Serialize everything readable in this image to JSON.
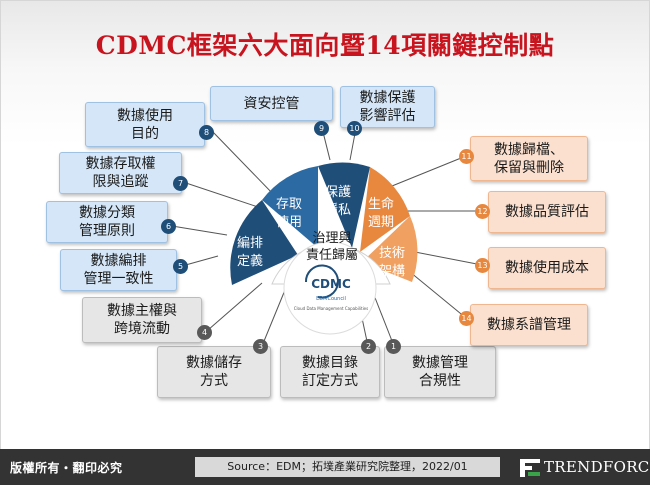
{
  "title": "CDMC框架六大面向暨14項關鍵控制點",
  "center": {
    "label": "治理與\n責任歸屬",
    "logo_text": "CDMC",
    "logo_sub": "EDMCouncil",
    "logo_tagline": "Cloud Data Management Capabilities"
  },
  "petals": [
    {
      "id": "catalog",
      "label": "編排\n定義"
    },
    {
      "id": "access",
      "label": "存取\n使用"
    },
    {
      "id": "privacy",
      "label": "保護\n隱私"
    },
    {
      "id": "lifecycle",
      "label": "生命\n週期"
    },
    {
      "id": "tech",
      "label": "技術\n架構"
    }
  ],
  "controls": [
    {
      "num": "1",
      "label": "數據管理\n合規性",
      "group": "gray"
    },
    {
      "num": "2",
      "label": "數據目錄\n訂定方式",
      "group": "gray"
    },
    {
      "num": "3",
      "label": "數據儲存\n方式",
      "group": "gray"
    },
    {
      "num": "4",
      "label": "數據主權與\n跨境流動",
      "group": "gray"
    },
    {
      "num": "5",
      "label": "數據編排\n管理一致性",
      "group": "blue"
    },
    {
      "num": "6",
      "label": "數據分類\n管理原則",
      "group": "blue"
    },
    {
      "num": "7",
      "label": "數據存取權\n限與追蹤",
      "group": "blue"
    },
    {
      "num": "8",
      "label": "數據使用\n目的",
      "group": "blue"
    },
    {
      "num": "9",
      "label": "資安控管",
      "group": "blue"
    },
    {
      "num": "10",
      "label": "數據保護\n影響評估",
      "group": "blue"
    },
    {
      "num": "11",
      "label": "數據歸檔、\n保留與刪除",
      "group": "orange"
    },
    {
      "num": "12",
      "label": "數據品質評估",
      "group": "orange"
    },
    {
      "num": "13",
      "label": "數據使用成本",
      "group": "orange"
    },
    {
      "num": "14",
      "label": "數據系譜管理",
      "group": "orange"
    }
  ],
  "colors": {
    "title": "#c8141e",
    "blue_dark": "#1f4e79",
    "orange": "#e8883f",
    "gray": "#595959"
  },
  "footer": {
    "rights": "版權所有・翻印必究",
    "source": "Source：EDM；拓墣產業研究院整理，2022/01",
    "brand": "TRENDFORCE"
  }
}
